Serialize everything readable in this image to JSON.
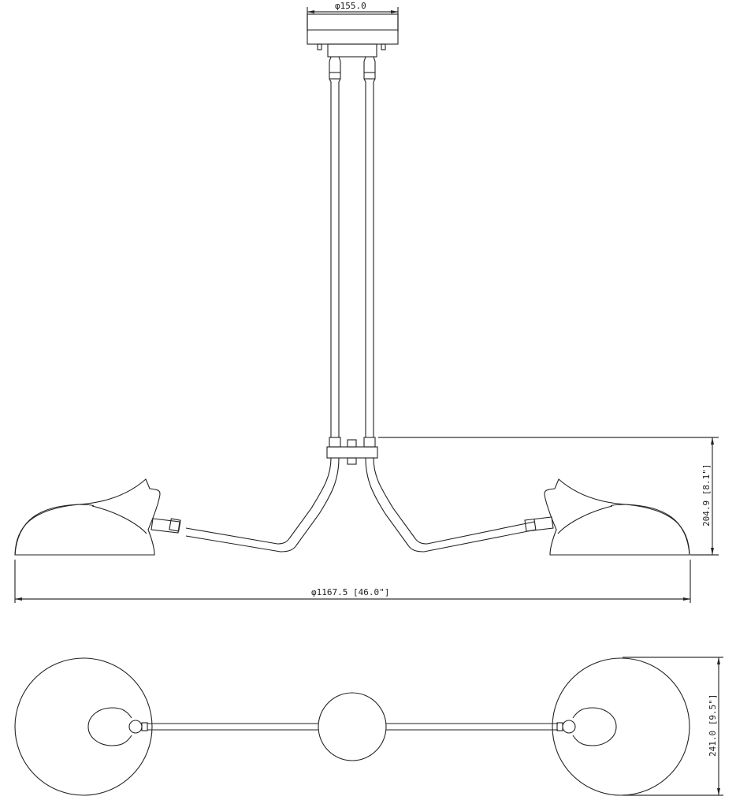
{
  "drawing": {
    "title": "Two-light pendant fixture technical drawing",
    "views": [
      "front-elevation",
      "top-plan"
    ],
    "line_color": "#222222",
    "background": "#ffffff"
  },
  "dimensions": {
    "canopy_diameter": "φ155.0",
    "height_below_stem_joint": "204.9 [8.1\"]",
    "overall_width": "φ1167.5 [46.0\"]",
    "shade_diameter": "241.0 [9.5\"]"
  }
}
